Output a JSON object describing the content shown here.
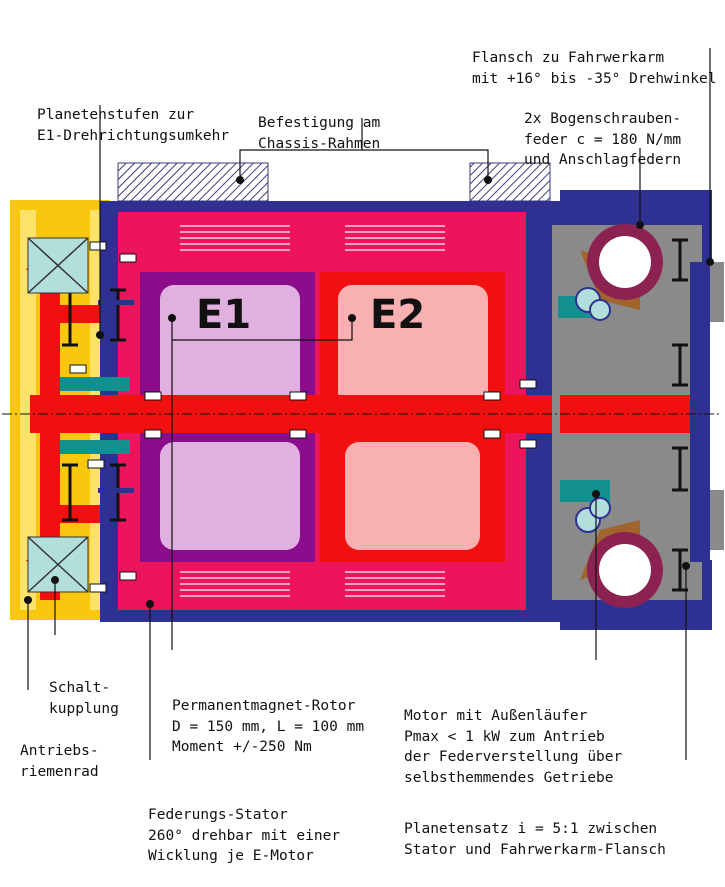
{
  "labels": {
    "flansch": [
      "Flansch zu Fahrwerkarm",
      "mit +16° bis -35° Drehwinkel"
    ],
    "feder": [
      "2x Bogenschrauben-",
      "feder c = 180 N/mm",
      "und Anschlagfedern"
    ],
    "planetenstufen": [
      "Planetenstufen zur",
      "E1-Drehrichtungsumkehr"
    ],
    "befestigung": [
      "Befestigung am",
      "Chassis-Rahmen"
    ],
    "schaltkupplung": [
      "Schalt-",
      "kupplung"
    ],
    "antriebsriemenrad": [
      "Antriebs-",
      "riemenrad"
    ],
    "rotor": [
      "Permanentmagnet-Rotor",
      "D = 150 mm, L = 100 mm",
      "Moment +/-250 Nm"
    ],
    "stator": [
      "Federungs-Stator",
      "260° drehbar mit einer",
      "Wicklung je E-Motor"
    ],
    "motor": [
      "Motor mit Außenläufer",
      "Pmax < 1 kW zum Antrieb",
      "der Federverstellung über",
      "selbsthemmendes Getriebe"
    ],
    "planetensatz": [
      "Planetensatz i = 5:1 zwischen",
      "Stator und Fahrwerkarm-Flansch"
    ],
    "e1": "E1",
    "e2": "E2"
  },
  "colors": {
    "housing": "#2e3192",
    "stator": "#ec145a",
    "rotor_red": "#f01010",
    "purple": "#8b0d8b",
    "lavender": "#e0b0e0",
    "pink_light": "#f8b0b0",
    "yellow": "#f9c80e",
    "teal": "#129090",
    "gray": "#8a8a8a",
    "clutch": "#b2dfdb",
    "brown": "#a0642c",
    "maroon": "#8b2252",
    "hatch": "#3a3a7a"
  }
}
